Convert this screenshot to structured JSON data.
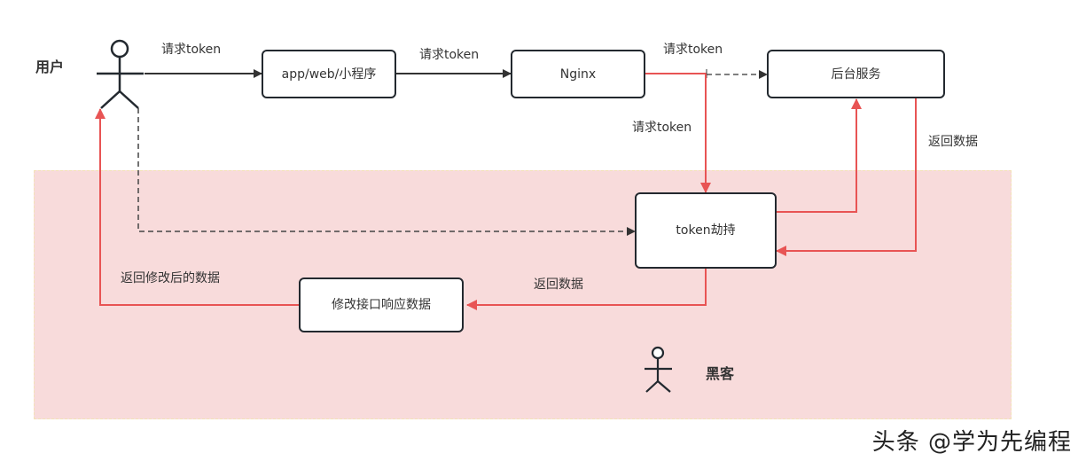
{
  "actors": {
    "user": {
      "label": "用户"
    },
    "hacker": {
      "label": "黑客"
    }
  },
  "nodes": {
    "client": {
      "label": "app/web/小程序"
    },
    "nginx": {
      "label": "Nginx"
    },
    "backend": {
      "label": "后台服务"
    },
    "hijack": {
      "label": "token劫持"
    },
    "modify": {
      "label": "修改接口响应数据"
    }
  },
  "edges": {
    "user_to_client": {
      "label": "请求token"
    },
    "client_to_nginx": {
      "label": "请求token"
    },
    "nginx_to_backend": {
      "label": "请求token",
      "style": "dashed"
    },
    "nginx_to_hijack": {
      "label": "请求token"
    },
    "backend_to_hijack": {
      "label": "返回数据"
    },
    "hijack_to_modify": {
      "label": "返回数据"
    },
    "modify_to_user": {
      "label": "返回修改后的数据"
    },
    "user_to_hijack": {
      "label": "",
      "style": "dashed"
    },
    "hijack_to_backend": {
      "label": ""
    }
  },
  "zone": {
    "name": "attacker-zone",
    "fill": "#f8dbdb"
  },
  "colors": {
    "normal": "#333333",
    "attack": "#e85454",
    "box_border": "#23292f"
  },
  "watermark": "头条 @学为先编程"
}
